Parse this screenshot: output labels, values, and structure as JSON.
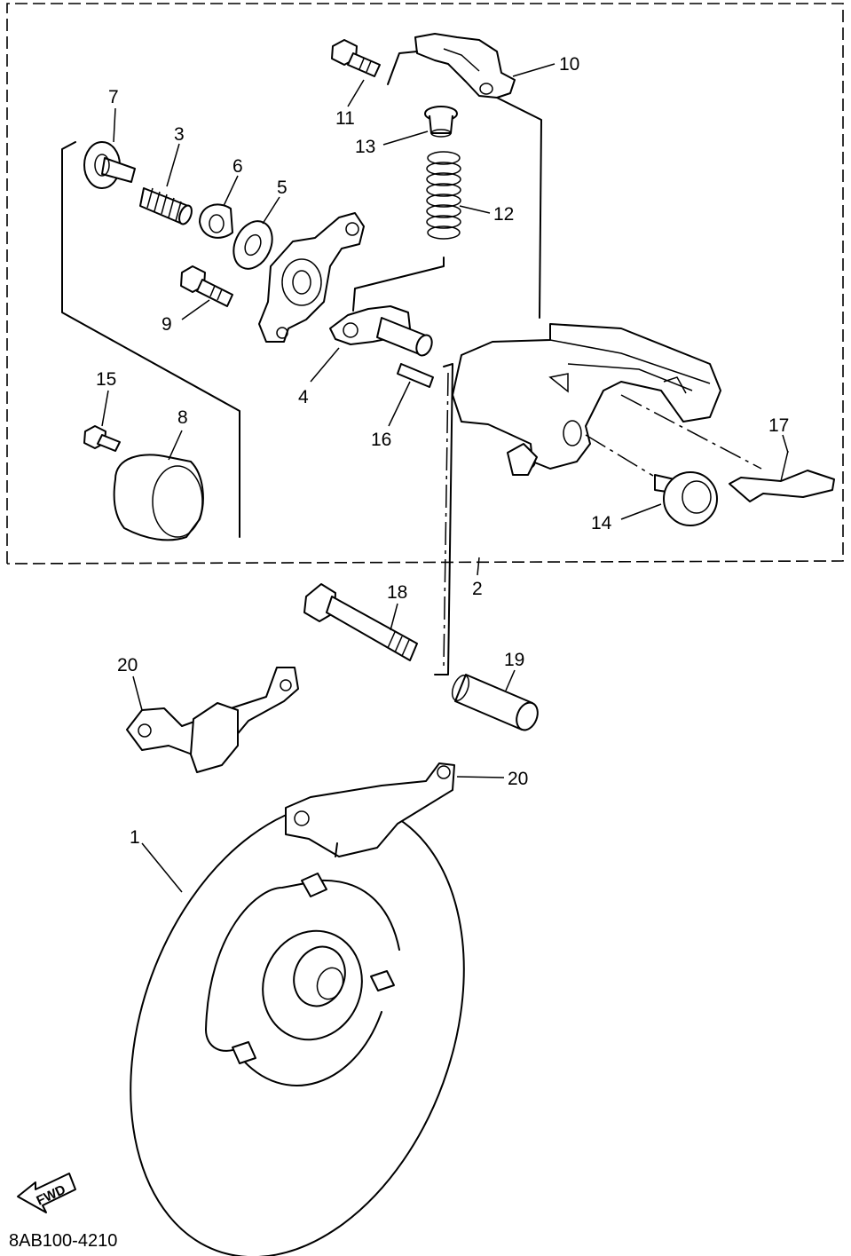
{
  "diagram": {
    "code": "8AB100-4210",
    "fwd_label": "FWD",
    "callouts": {
      "c1": "1",
      "c2": "2",
      "c3": "3",
      "c4": "4",
      "c5": "5",
      "c6": "6",
      "c7": "7",
      "c8": "8",
      "c9": "9",
      "c10": "10",
      "c11": "11",
      "c12": "12",
      "c13": "13",
      "c14": "14",
      "c15": "15",
      "c16": "16",
      "c17": "17",
      "c18": "18",
      "c19": "19",
      "c20a": "20",
      "c20b": "20"
    }
  }
}
